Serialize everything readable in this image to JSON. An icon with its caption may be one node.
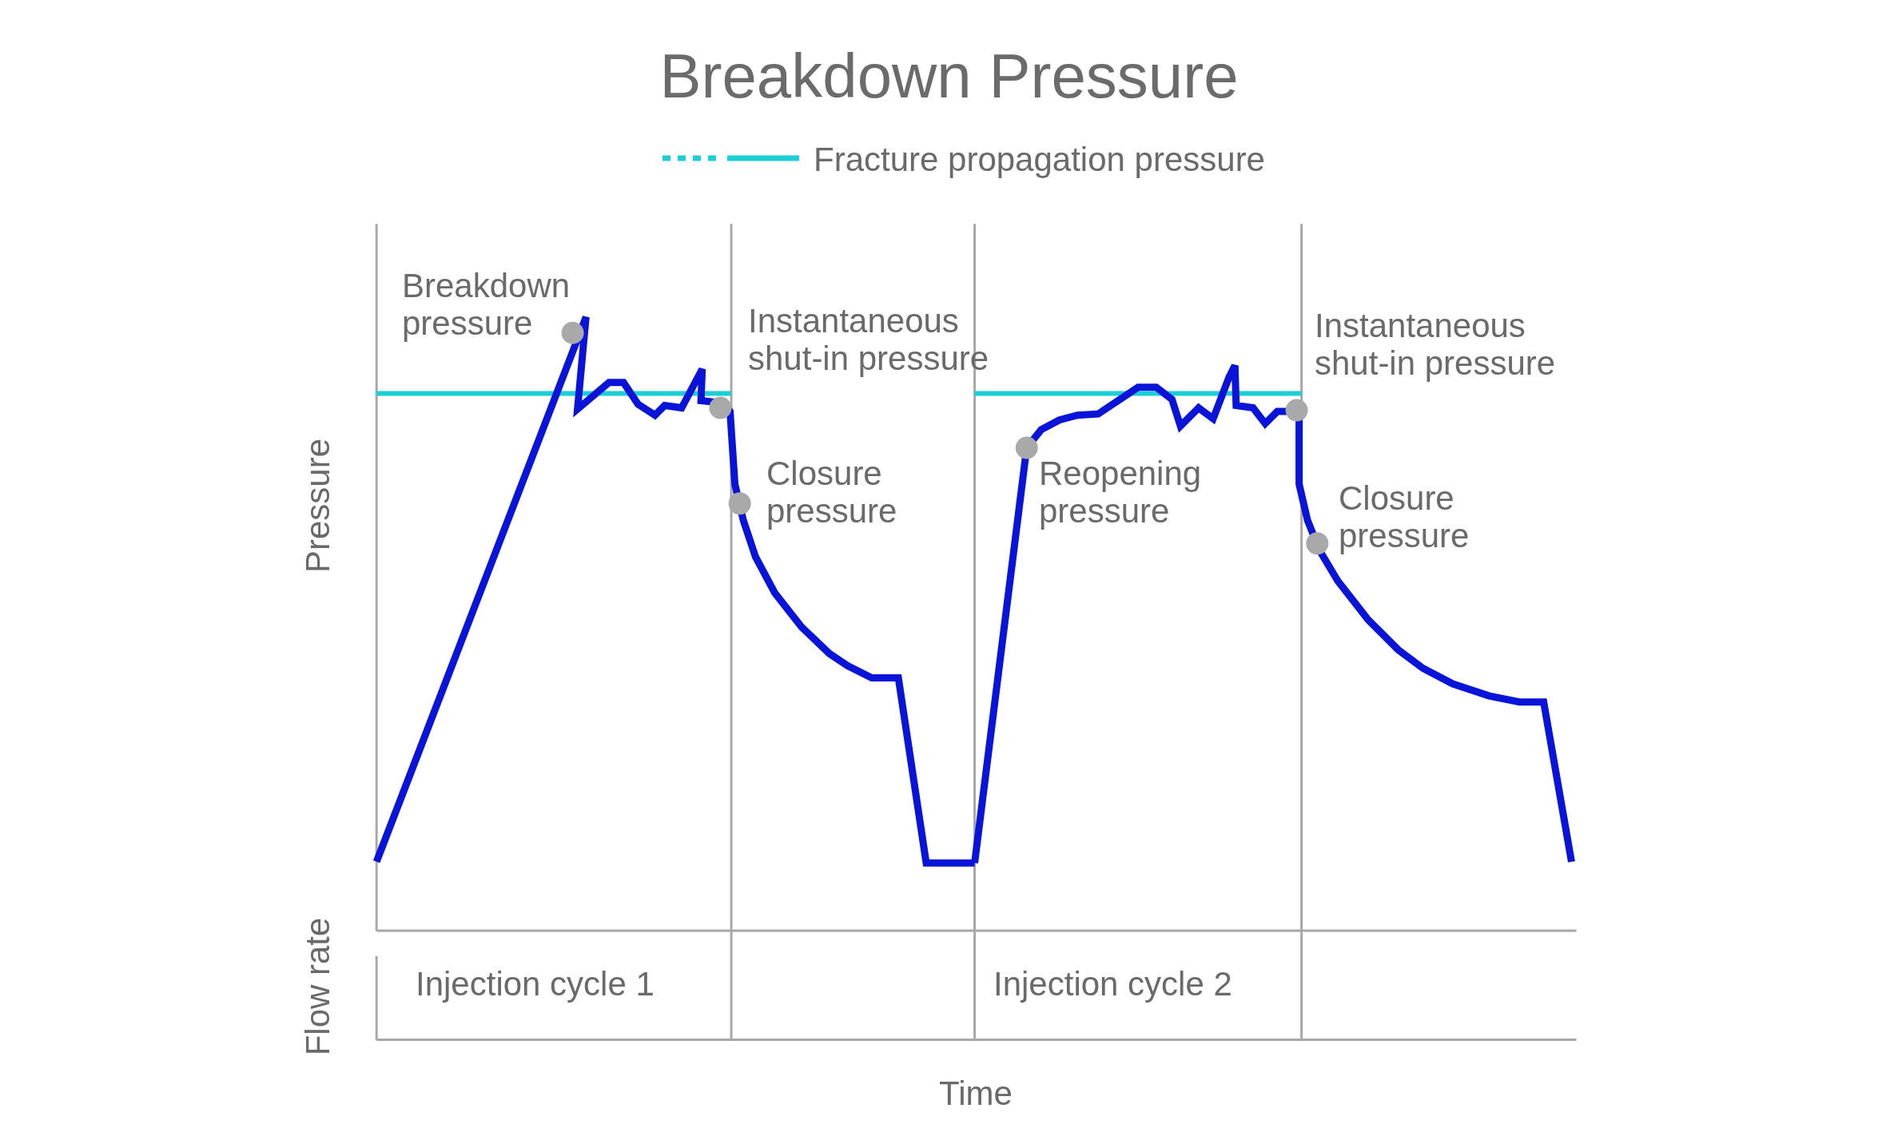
{
  "diagram": {
    "title": "Breakdown Pressure",
    "labels": [
      "Breakdown pressure",
      "Instantaneous shut-in pressure",
      "Closure pressure",
      "Reopening pressure",
      "Instantaneous shut-in pressure",
      "Closure pressure",
      "Pressure",
      "Flow rate",
      "Injection cycle 1",
      "Injection cycle 2",
      "Time"
    ],
    "legend": [
      {
        "text": "Fracture propagation pressure"
      }
    ]
  }
}
